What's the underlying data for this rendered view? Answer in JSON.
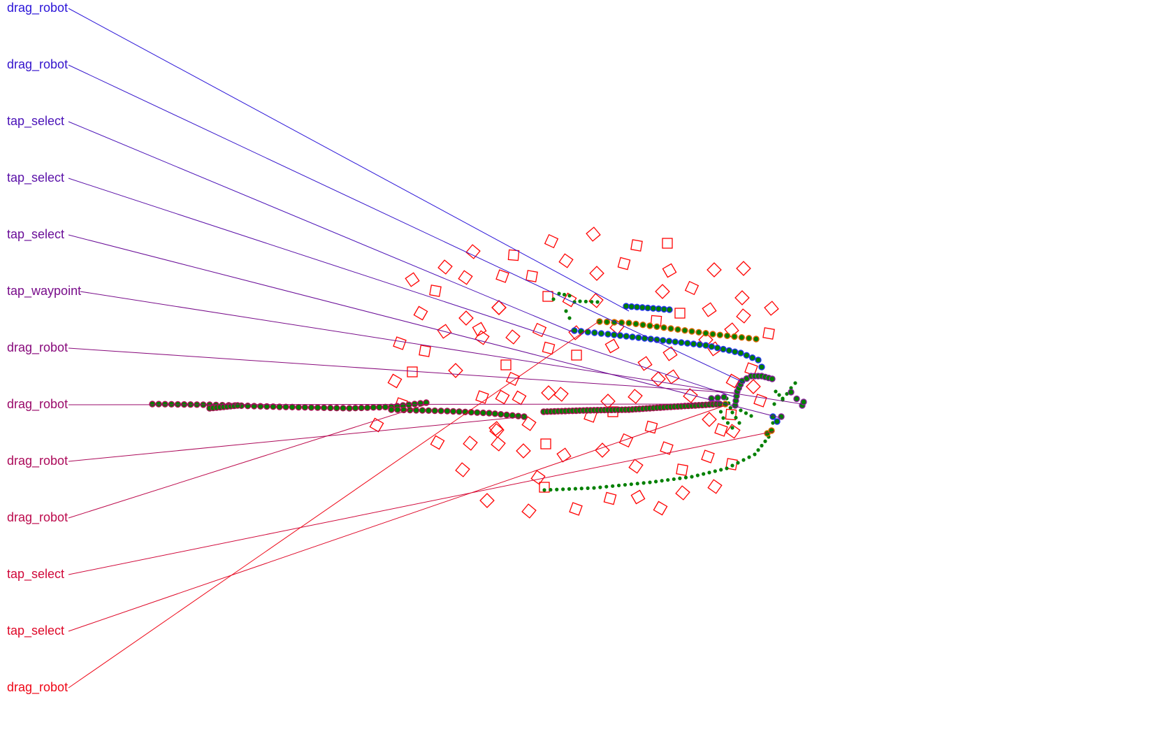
{
  "labels": [
    {
      "text": "drag_robot",
      "color": "#2a14d8"
    },
    {
      "text": "drag_robot",
      "color": "#3414cc"
    },
    {
      "text": "tap_select",
      "color": "#4a12b8"
    },
    {
      "text": "tap_select",
      "color": "#5a10a8"
    },
    {
      "text": "tap_select",
      "color": "#6a0e98"
    },
    {
      "text": "tap_waypoint",
      "color": "#780c8a"
    },
    {
      "text": "drag_robot",
      "color": "#880a7c"
    },
    {
      "text": "drag_robot",
      "color": "#9a0a6a"
    },
    {
      "text": "drag_robot",
      "color": "#ac0a5a"
    },
    {
      "text": "drag_robot",
      "color": "#bc0a4c"
    },
    {
      "text": "tap_select",
      "color": "#d0083a"
    },
    {
      "text": "tap_select",
      "color": "#de0828"
    },
    {
      "text": "drag_robot",
      "color": "#ee0616"
    }
  ],
  "colors": {
    "obstacle": "#ff0000",
    "path_green": "#008000",
    "blue_ring": "#2233ee",
    "orange_ring": "#dd6600",
    "purple_ring": "#882299",
    "magenta_ring": "#aa1155"
  }
}
